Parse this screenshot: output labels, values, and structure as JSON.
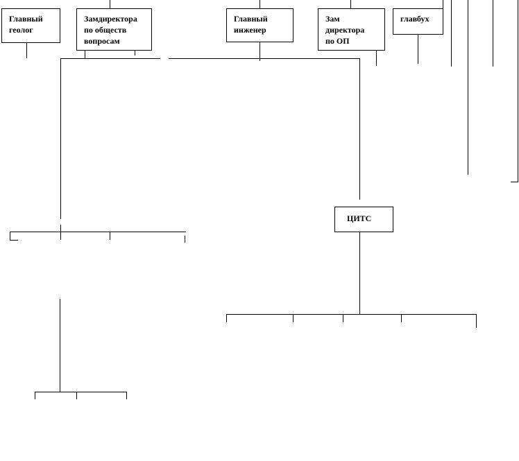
{
  "boxes": {
    "chief_geologist": "Главный\nгеолог",
    "deputy_social": "Замдиректора\nпо обществ\nвопросам",
    "chief_engineer": "Главный\nинженер",
    "deputy_op": "Зам\nдиректора\nпо ОП",
    "chief_accountant": "главбух",
    "cits": "ЦИТС"
  }
}
